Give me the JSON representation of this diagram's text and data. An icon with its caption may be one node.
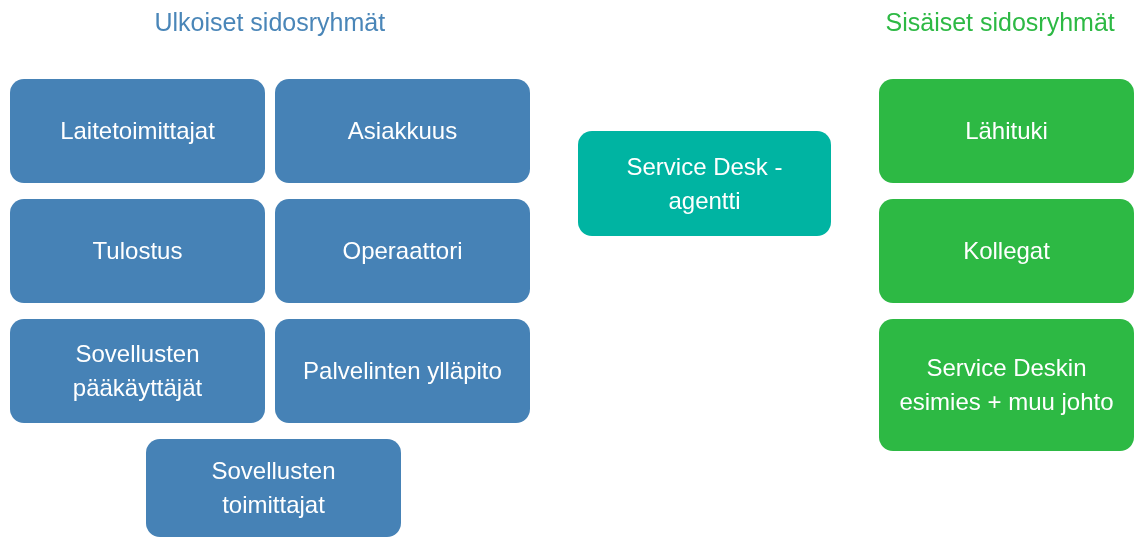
{
  "diagram": {
    "nodes": [
      {
        "text": [
          "Laitetoimittajat"
        ]
      },
      {
        "text": [
          "Asiakkuus"
        ]
      },
      {
        "text": [
          "Tulostus"
        ]
      },
      {
        "text": [
          "Operaattori"
        ]
      },
      {
        "text": [
          "Sovellusten pääkäyttäjät"
        ]
      },
      {
        "text": [
          "Palvelinten ylläpito"
        ]
      },
      {
        "text": [
          "Sovellusten toimittajat"
        ]
      },
      {
        "text": [
          "Service Desk - agentti"
        ]
      },
      {
        "text": [
          "Lähituki"
        ]
      },
      {
        "text": [
          "Kollegat"
        ]
      },
      {
        "text": [
          "Service Deskin esimies + muu johto"
        ]
      }
    ],
    "edges": [],
    "labels": [
      "Ulkoiset sidosryhmät",
      "Sisäiset sidosryhmät"
    ]
  }
}
